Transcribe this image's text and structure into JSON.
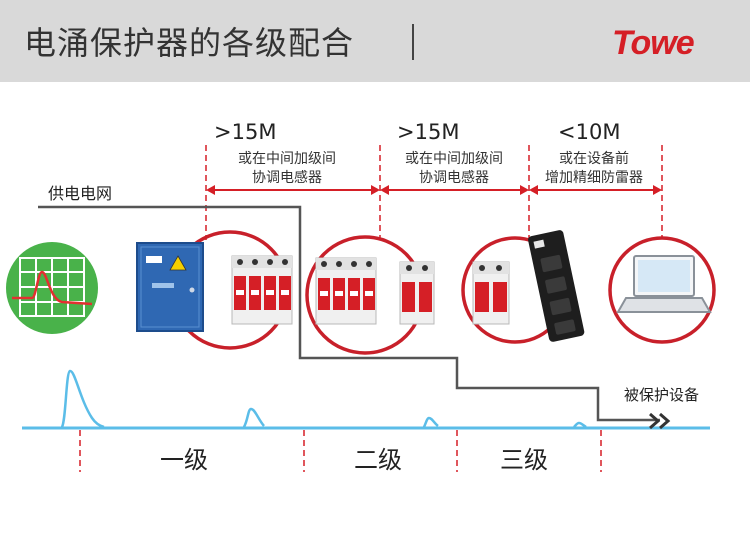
{
  "header": {
    "title": "电涌保护器的各级配合",
    "logo_text": "Towe"
  },
  "labels": {
    "grid": "供电电网",
    "protected": "被保护设备"
  },
  "distances": [
    {
      "value": ">15M",
      "note1": "或在中间加级间",
      "note2": "协调电感器"
    },
    {
      "value": ">15M",
      "note1": "或在中间加级间",
      "note2": "协调电感器"
    },
    {
      "value": "<10M",
      "note1": "或在设备前",
      "note2": "增加精细防雷器"
    }
  ],
  "stages": [
    "一级",
    "二级",
    "三级"
  ],
  "colors": {
    "accent_red": "#d51f26",
    "wave_blue": "#5bbde8",
    "grid_green": "#49b24a",
    "box_blue": "#2f68b3",
    "header_gray": "#d9d9d9"
  }
}
